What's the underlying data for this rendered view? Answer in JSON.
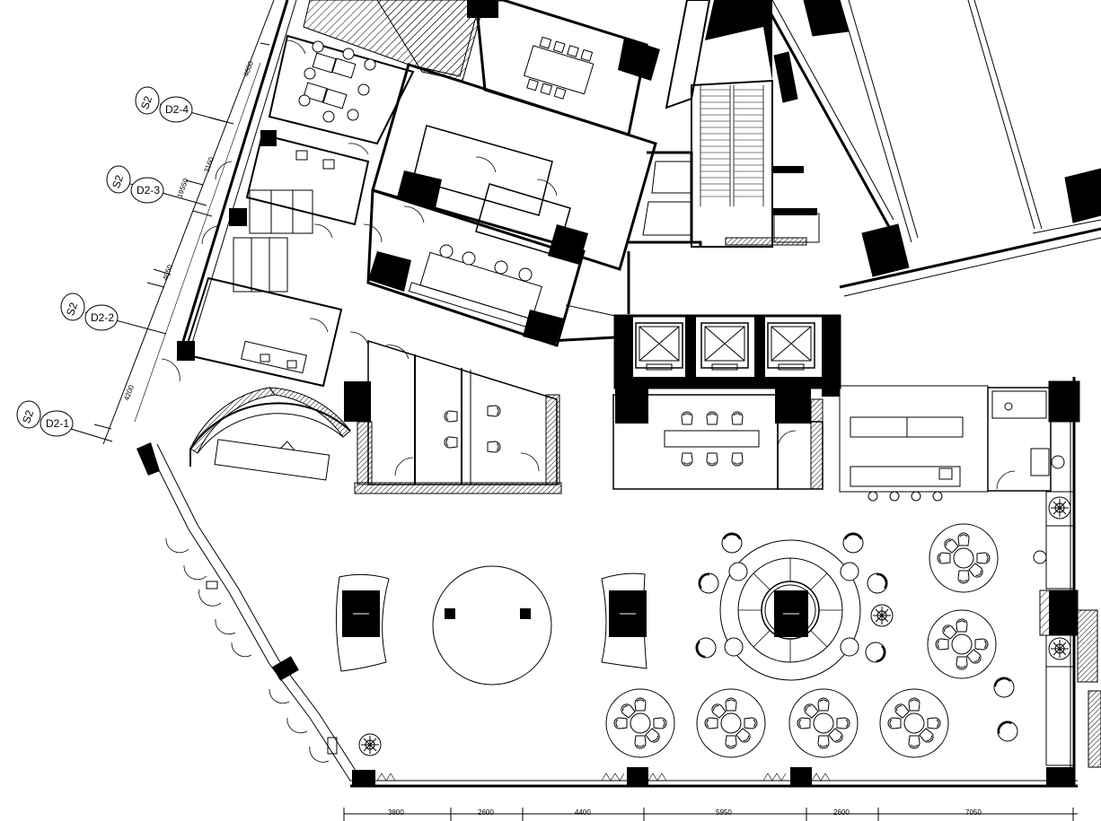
{
  "bottom_dimensions": [
    "3800",
    "2600",
    "4400",
    "5950",
    "2600",
    "7050"
  ],
  "left_dimensions": [
    "4600",
    "3160",
    "19550",
    "4050",
    "4200"
  ],
  "grid_axes": [
    {
      "sheet": "S2",
      "number": "D2-4"
    },
    {
      "sheet": "S2",
      "number": "D2-3"
    },
    {
      "sheet": "S2",
      "number": "D2-2"
    },
    {
      "sheet": "S2",
      "number": "D2-1"
    }
  ]
}
